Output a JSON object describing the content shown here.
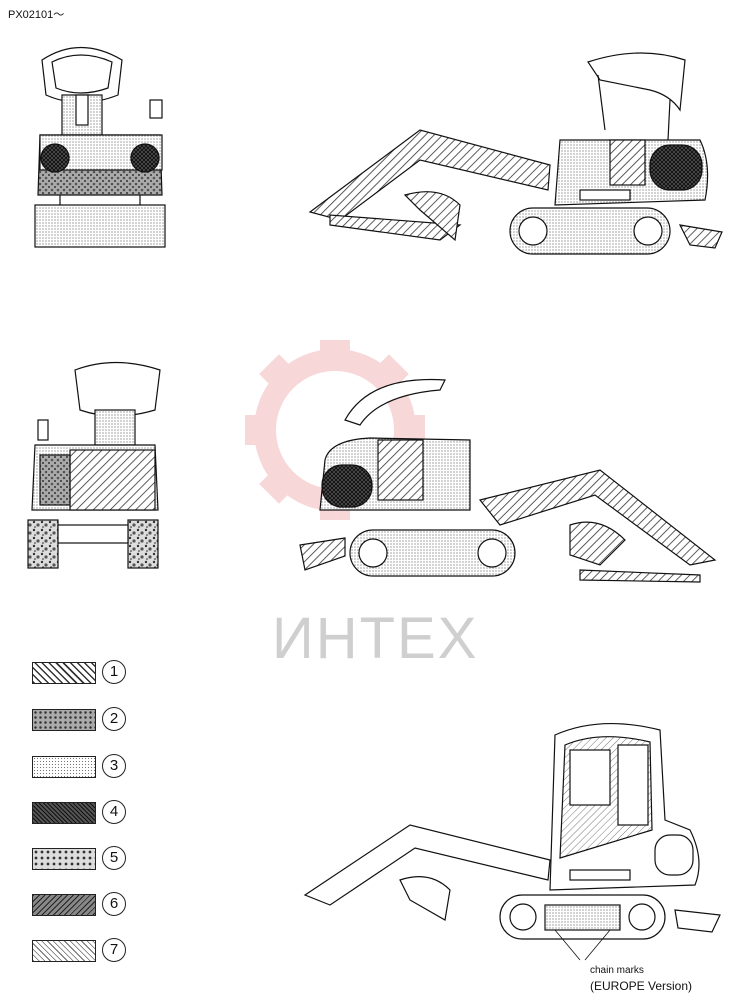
{
  "header": {
    "code": "PX02101～"
  },
  "legend": [
    {
      "num": "1",
      "pattern": "hatch-diagonal"
    },
    {
      "num": "2",
      "pattern": "mottled-dark"
    },
    {
      "num": "3",
      "pattern": "fine-dots"
    },
    {
      "num": "4",
      "pattern": "crosshatch-dark"
    },
    {
      "num": "5",
      "pattern": "speckle"
    },
    {
      "num": "6",
      "pattern": "zigzag"
    },
    {
      "num": "7",
      "pattern": "hatch-light"
    }
  ],
  "notes": {
    "chain_marks": "chain marks",
    "europe": "(EUROPE  Version)"
  },
  "watermark": {
    "text": "ИНТЕХ",
    "color": "#f2b8b8"
  }
}
